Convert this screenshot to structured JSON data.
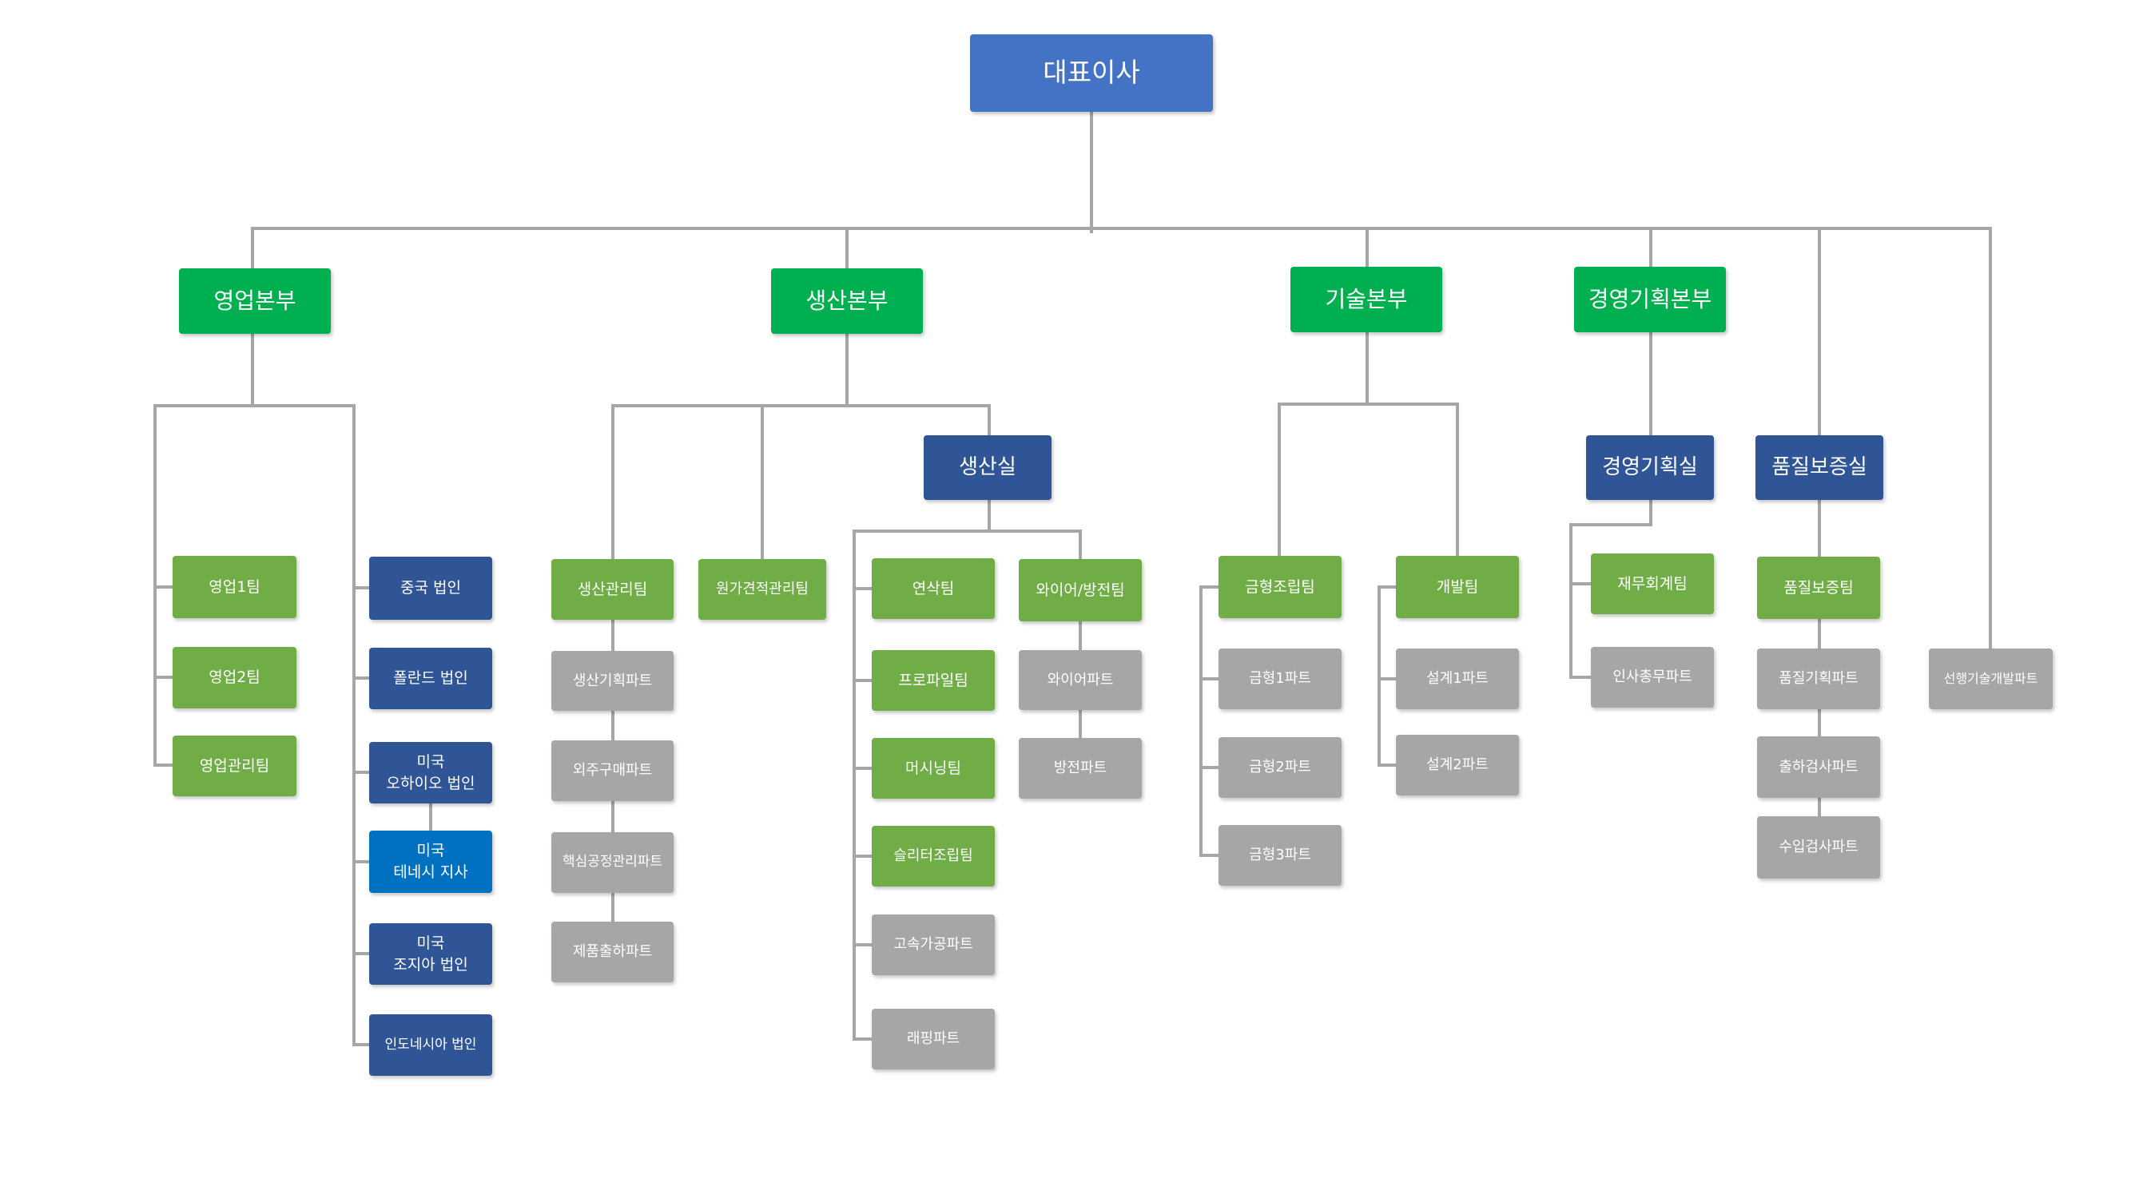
{
  "ceo": "대표이사",
  "sales": {
    "title": "영업본부",
    "teams": [
      "영업1팀",
      "영업2팀",
      "영업관리팀"
    ],
    "branches": [
      "중국 법인",
      "폴란드 법인",
      "미국\n오하이오 법인",
      "미국\n테네시 지사",
      "미국\n조지아 법인",
      "인도네시아 법인"
    ]
  },
  "production": {
    "title": "생산본부",
    "mgmt_team": "생산관리팀",
    "mgmt_parts": [
      "생산기획파트",
      "외주구매파트",
      "핵심공정관리파트",
      "제품출하파트"
    ],
    "cost_team": "원가견적관리팀",
    "office": "생산실",
    "office_teams": [
      "연삭팀",
      "프로파일팀",
      "머시닝팀",
      "슬리터조립팀"
    ],
    "office_parts": [
      "고속가공파트",
      "래핑파트"
    ],
    "wire_team": "와이어/방전팀",
    "wire_parts": [
      "와이어파트",
      "방전파트"
    ]
  },
  "tech": {
    "title": "기술본부",
    "mold_team": "금형조립팀",
    "mold_parts": [
      "금형1파트",
      "금형2파트",
      "금형3파트"
    ],
    "dev_team": "개발팀",
    "dev_parts": [
      "설계1파트",
      "설계2파트"
    ]
  },
  "planning": {
    "title": "경영기획본부",
    "office": "경영기획실",
    "finance_team": "재무회계팀",
    "hr_part": "인사총무파트"
  },
  "quality": {
    "office": "품질보증실",
    "team": "품질보증팀",
    "parts": [
      "품질기획파트",
      "출하검사파트",
      "수입검사파트"
    ]
  },
  "advanced_tech_part": "선행기술개발파트"
}
